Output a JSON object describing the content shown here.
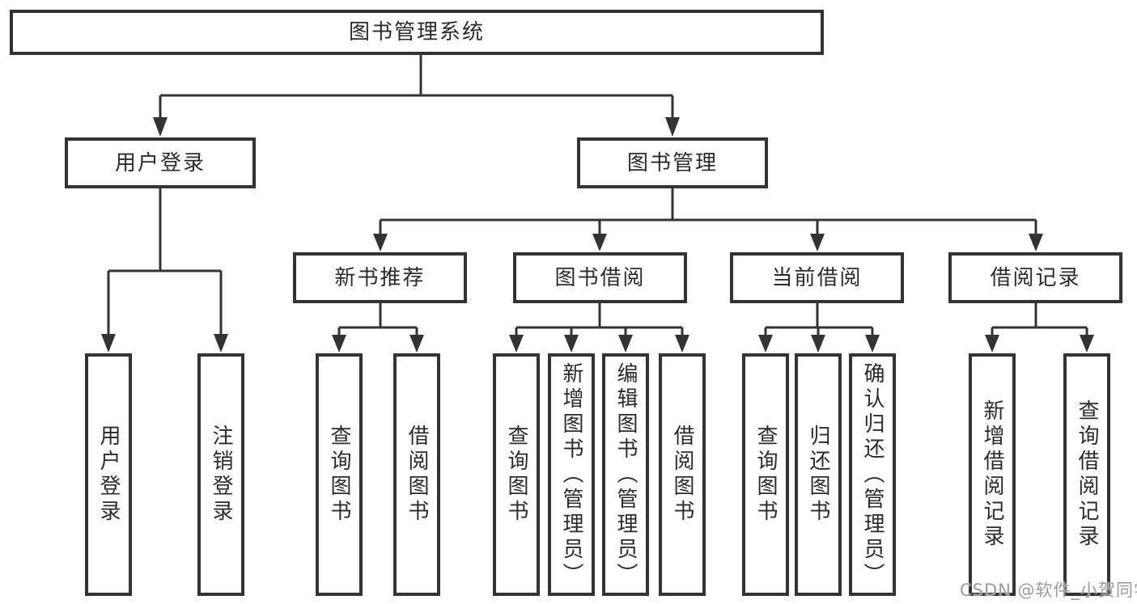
{
  "diagram_title": "图书管理系统",
  "colors": {
    "line": "#333333",
    "box_border": "#333333",
    "text": "#2b2b2b",
    "watermark": "#9b9b9b",
    "background": "#ffffff"
  },
  "tree": {
    "root": {
      "label": "图书管理系统",
      "children": [
        {
          "label": "用户登录",
          "children": [
            {
              "label": "用户登录"
            },
            {
              "label": "注销登录"
            }
          ]
        },
        {
          "label": "图书管理",
          "children": [
            {
              "label": "新书推荐",
              "children": [
                {
                  "label": "查询图书"
                },
                {
                  "label": "借阅图书"
                }
              ]
            },
            {
              "label": "图书借阅",
              "children": [
                {
                  "label": "查询图书"
                },
                {
                  "label": "新增图书（管理员）"
                },
                {
                  "label": "编辑图书（管理员）"
                },
                {
                  "label": "借阅图书"
                }
              ]
            },
            {
              "label": "当前借阅",
              "children": [
                {
                  "label": "查询图书"
                },
                {
                  "label": "归还图书"
                },
                {
                  "label": "确认归还（管理员）"
                }
              ]
            },
            {
              "label": "借阅记录",
              "children": [
                {
                  "label": "新增借阅记录"
                },
                {
                  "label": "查询借阅记录"
                }
              ]
            }
          ]
        }
      ]
    }
  },
  "watermark": {
    "text": "CSDN @软件_小贺同学"
  }
}
